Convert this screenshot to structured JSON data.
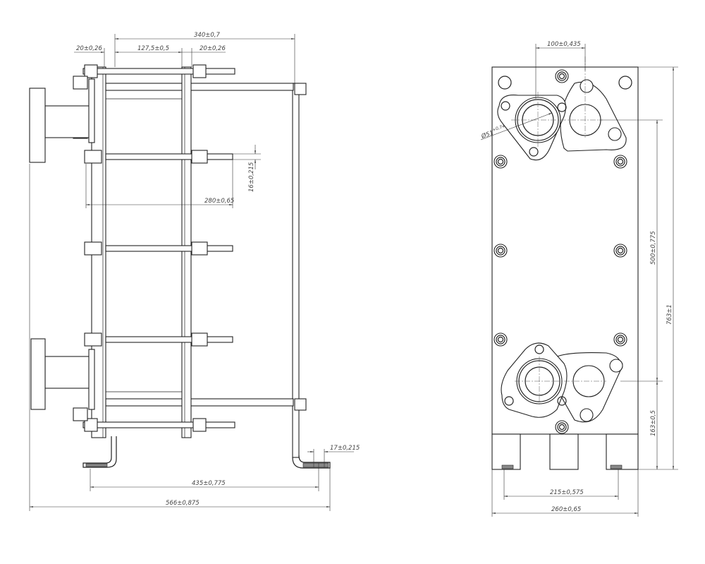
{
  "side_view": {
    "dims": {
      "overall_340": "340±0,7",
      "frame_20_left": "20±0,26",
      "pitch_127": "127,5±0,5",
      "frame_20_right": "20±0,26",
      "rod_280": "280±0,65",
      "rod_16": "16±0,215",
      "foot_17": "17±0,215",
      "base_435": "435±0,775",
      "overall_566": "566±0,875"
    }
  },
  "front_view": {
    "dims": {
      "port_spacing_100": "100±0,435",
      "port_diameter": "Ø51",
      "port_diameter_tol": "+0,74",
      "port_vertical_500": "500±0,775",
      "height_763": "763±1",
      "port_height_163": "163±0,5",
      "feet_215": "215±0,575",
      "width_260": "260±0,65"
    }
  }
}
